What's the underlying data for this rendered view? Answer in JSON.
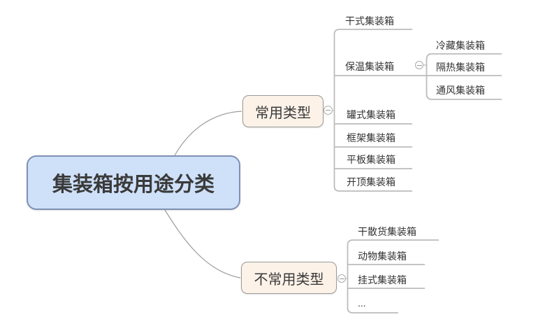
{
  "colors": {
    "root_fill": "#cfe1f9",
    "root_border": "#7f90b5",
    "branch_fill": "#fcf2e8",
    "branch_border": "#9a9a9a",
    "line": "#9c9c9c",
    "underline": "#bcbcbc",
    "text": "#3a3a3a"
  },
  "icons": {
    "collapse": "minus-circle"
  },
  "root": {
    "label": "集装箱按用途分类"
  },
  "branches": [
    {
      "label": "常用类型",
      "children": [
        {
          "label": "干式集装箱"
        },
        {
          "label": "保温集装箱",
          "children": [
            {
              "label": "冷藏集装箱"
            },
            {
              "label": "隔热集装箱"
            },
            {
              "label": "通风集装箱"
            }
          ]
        },
        {
          "label": "罐式集装箱"
        },
        {
          "label": "框架集装箱"
        },
        {
          "label": "平板集装箱"
        },
        {
          "label": "开顶集装箱"
        }
      ]
    },
    {
      "label": "不常用类型",
      "children": [
        {
          "label": "干散货集装箱"
        },
        {
          "label": "动物集装箱"
        },
        {
          "label": "挂式集装箱"
        },
        {
          "label": "..."
        }
      ]
    }
  ]
}
